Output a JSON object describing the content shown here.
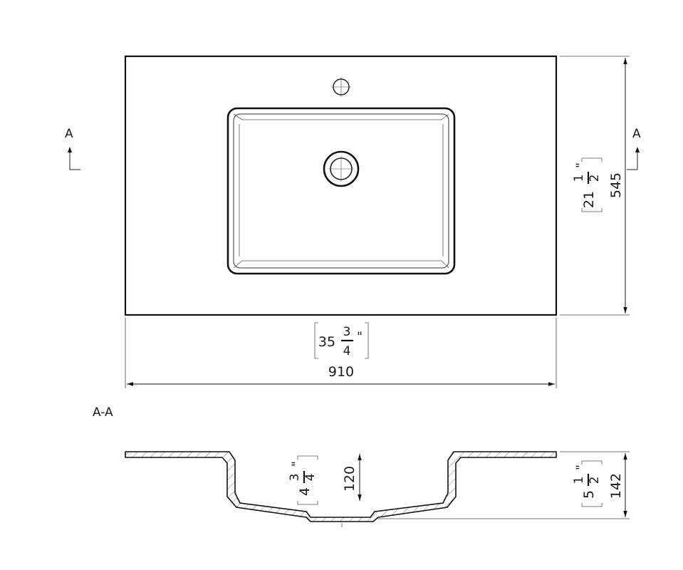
{
  "plan_view": {
    "width_mm": "910",
    "width_in_whole": "35",
    "width_in_num": "3",
    "width_in_den": "4",
    "depth_mm": "545",
    "depth_in_whole": "21",
    "depth_in_num": "1",
    "depth_in_den": "2",
    "inch_mark": "\"",
    "section_marker_left": "A",
    "section_marker_right": "A"
  },
  "section_view": {
    "title": "A-A",
    "bowl_depth_mm": "120",
    "bowl_depth_in_whole": "4",
    "bowl_depth_in_num": "3",
    "bowl_depth_in_den": "4",
    "total_height_mm": "142",
    "total_height_in_whole": "5",
    "total_height_in_num": "1",
    "total_height_in_den": "2",
    "inch_mark": "\""
  }
}
